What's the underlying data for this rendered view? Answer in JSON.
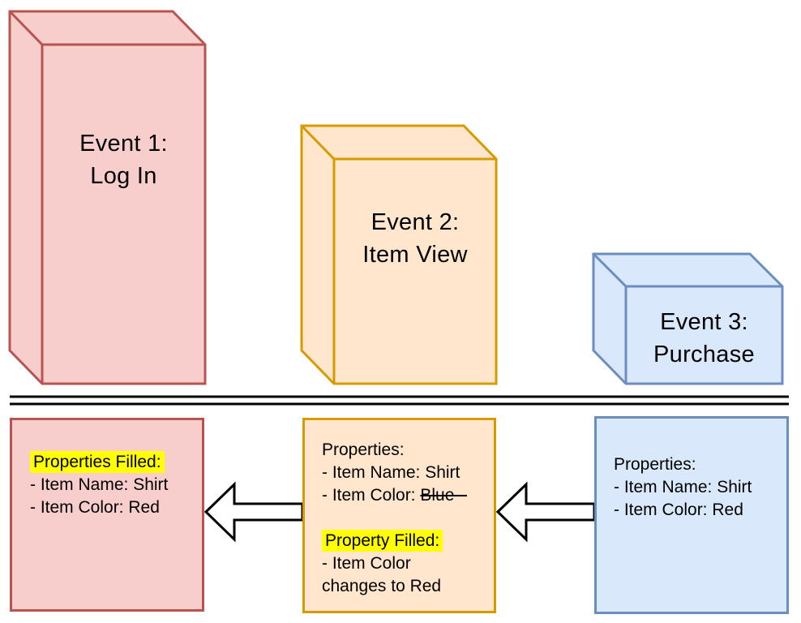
{
  "diagram": {
    "events": [
      {
        "line1": "Event 1:",
        "line2": "Log In",
        "fill": "#F8CECC",
        "stroke": "#B85450"
      },
      {
        "line1": "Event 2:",
        "line2": "Item View",
        "fill": "#FFE6CC",
        "stroke": "#D79B00"
      },
      {
        "line1": "Event 3:",
        "line2": "Purchase",
        "fill": "#DAE8FC",
        "stroke": "#6C8EBF"
      }
    ],
    "panels": {
      "login": {
        "heading": "Properties Filled:",
        "item_name": "- Item Name: Shirt",
        "item_color": "- Item Color: Red"
      },
      "item_view": {
        "heading": "Properties:",
        "item_name": "- Item Name: Shirt",
        "item_color_prefix": "- Item Color: ",
        "item_color_old": "Blue",
        "filled_heading": "Property Filled:",
        "filled_line1": "- Item Color",
        "filled_line2": "changes to Red"
      },
      "purchase": {
        "heading": "Properties:",
        "item_name": "- Item Name: Shirt",
        "item_color": "- Item Color: Red"
      }
    },
    "colors": {
      "highlight": "#FFFF00",
      "separator": "#000000",
      "arrow_fill": "#FFFFFF",
      "arrow_stroke": "#000000",
      "text": "#000000"
    }
  }
}
